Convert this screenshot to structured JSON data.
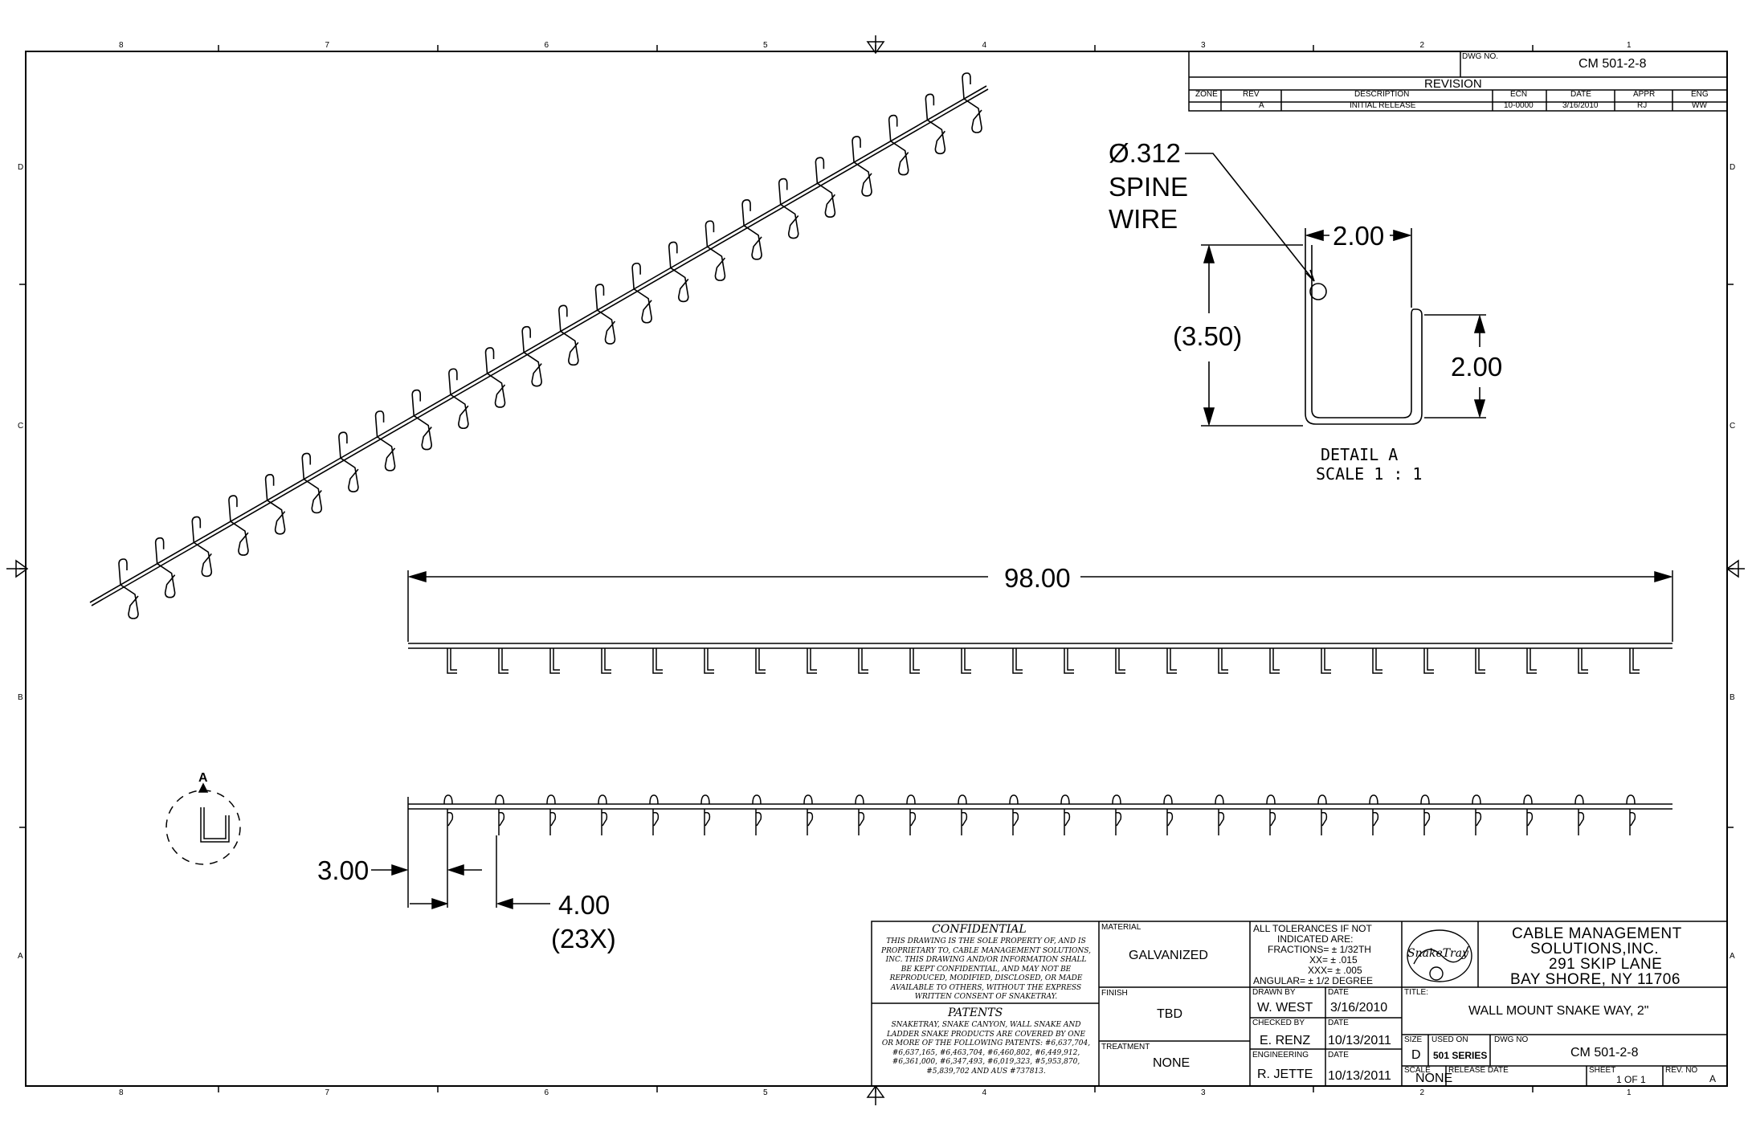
{
  "drawing_number_top": "CM 501-2-8",
  "drawing_number_label": "DWG NO.",
  "zone_letters": [
    "D",
    "C",
    "B",
    "A"
  ],
  "zone_numbers": [
    "8",
    "7",
    "6",
    "5",
    "4",
    "3",
    "2",
    "1"
  ],
  "revision": {
    "title": "REVISION",
    "headers": [
      "ZONE",
      "REV",
      "DESCRIPTION",
      "ECN",
      "DATE",
      "APPR",
      "ENG"
    ],
    "rows": [
      [
        "",
        "A",
        "INITIAL RELEASE",
        "10-0000",
        "3/16/2010",
        "RJ",
        "WW"
      ]
    ]
  },
  "detail": {
    "spine_line1": "Ø.312",
    "spine_line2": "SPINE",
    "spine_line3": "WIRE",
    "width": "2.00",
    "height": "(3.50)",
    "hook": "2.00",
    "caption1": "DETAIL  A",
    "caption2": "SCALE 1 : 1"
  },
  "dims": {
    "overall": "98.00",
    "start": "3.00",
    "pitch": "4.00",
    "count": "(23X)"
  },
  "section_marker": "A",
  "title_block": {
    "confidential_title": "CONFIDENTIAL",
    "confidential_text": [
      "THIS DRAWING IS THE SOLE PROPERTY OF, AND IS",
      "PROPRIETARY TO, CABLE MANAGEMENT SOLUTIONS,",
      "INC. THIS DRAWING AND/OR INFORMATION SHALL",
      "BE KEPT CONFIDENTIAL, AND MAY NOT BE",
      "REPRODUCED, MODIFIED, DISCLOSED, OR MADE",
      "AVAILABLE TO OTHERS, WITHOUT THE EXPRESS",
      "WRITTEN CONSENT OF SNAKETRAY."
    ],
    "patents_title": "PATENTS",
    "patents_text": [
      "SNAKETRAY, SNAKE CANYON, WALL SNAKE AND",
      "LADDER SNAKE PRODUCTS ARE COVERED BY ONE",
      "OR MORE OF THE FOLLOWING PATENTS: #6,637,704,",
      "#6,637,165, #6,463,704, #6,460,802, #6,449,912,",
      "#6,361,000, #6,347,493, #6,019,323, #5,953,870,",
      "#5,839,702 AND AUS #737813."
    ],
    "material_label": "MATERIAL",
    "material": "GALVANIZED",
    "finish_label": "FINISH",
    "finish": "TBD",
    "treatment_label": "TREATMENT",
    "treatment": "NONE",
    "tolerances": [
      "ALL TOLERANCES IF NOT",
      "INDICATED ARE:",
      "FRACTIONS= ± 1/32TH",
      "XX= ± .015",
      "XXX= ± .005",
      "ANGULAR= ± 1/2 DEGREE"
    ],
    "drawn_by_label": "DRAWN BY",
    "drawn_by": "W. WEST",
    "drawn_date_label": "DATE",
    "drawn_date": "3/16/2010",
    "checked_by_label": "CHECKED BY",
    "checked_by": "E. RENZ",
    "checked_date_label": "DATE",
    "checked_date": "10/13/2011",
    "engineering_label": "ENGINEERING",
    "engineering": "R. JETTE",
    "engineering_date_label": "DATE",
    "engineering_date": "10/13/2011",
    "logo_text": "SnakeTray",
    "company": [
      "CABLE MANAGEMENT",
      "SOLUTIONS,INC.",
      "291 SKIP LANE",
      "BAY SHORE, NY 11706"
    ],
    "title_label": "TITLE:",
    "title": "WALL MOUNT SNAKE WAY, 2\"",
    "size_label": "SIZE",
    "size": "D",
    "used_on_label": "USED ON",
    "used_on": "501 SERIES",
    "dwg_no_label": "DWG NO",
    "dwg_no": "CM 501-2-8",
    "scale_label": "SCALE",
    "scale": "NONE",
    "release_date_label": "RELEASE DATE",
    "sheet_label": "SHEET",
    "sheet": "1 OF 1",
    "rev_no_label": "REV. NO",
    "rev_no": "A"
  }
}
